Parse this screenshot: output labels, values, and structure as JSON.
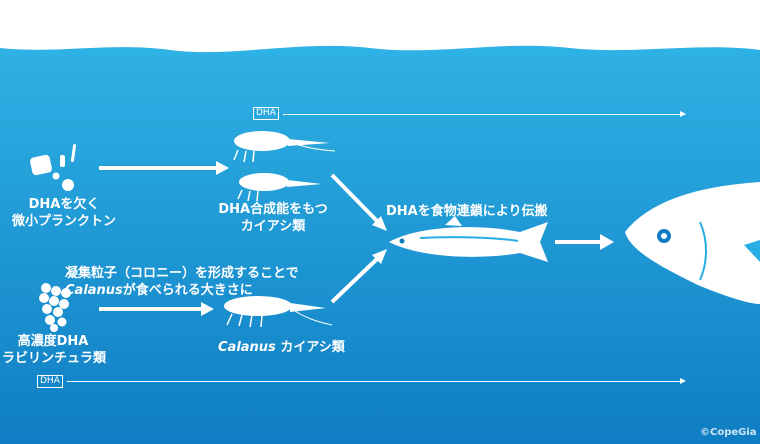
{
  "tags": {
    "top": "DHA",
    "bottom": "DHA"
  },
  "labels": {
    "plankton_line1": "DHAを欠く",
    "plankton_line2": "微小プランクトン",
    "copepod_line1": "DHA合成能をもつ",
    "copepod_line2": "カイアシ類",
    "colony_line1": "凝集粒子（コロニー）を形成することで",
    "colony_italic": "Calanus",
    "colony_line2_rest": "が食べられる大きさに",
    "labyr_line1": "高濃度DHA",
    "labyr_line2": "ラビリンチュラ類",
    "calanus_italic": "Calanus",
    "calanus_rest": "カイアシ類",
    "transport": "DHAを食物連鎖により伝搬"
  },
  "credit": "©CopeGia",
  "colors": {
    "sea_top": "#29aee3",
    "sea_bottom": "#0e7cc2",
    "white": "#ffffff"
  }
}
